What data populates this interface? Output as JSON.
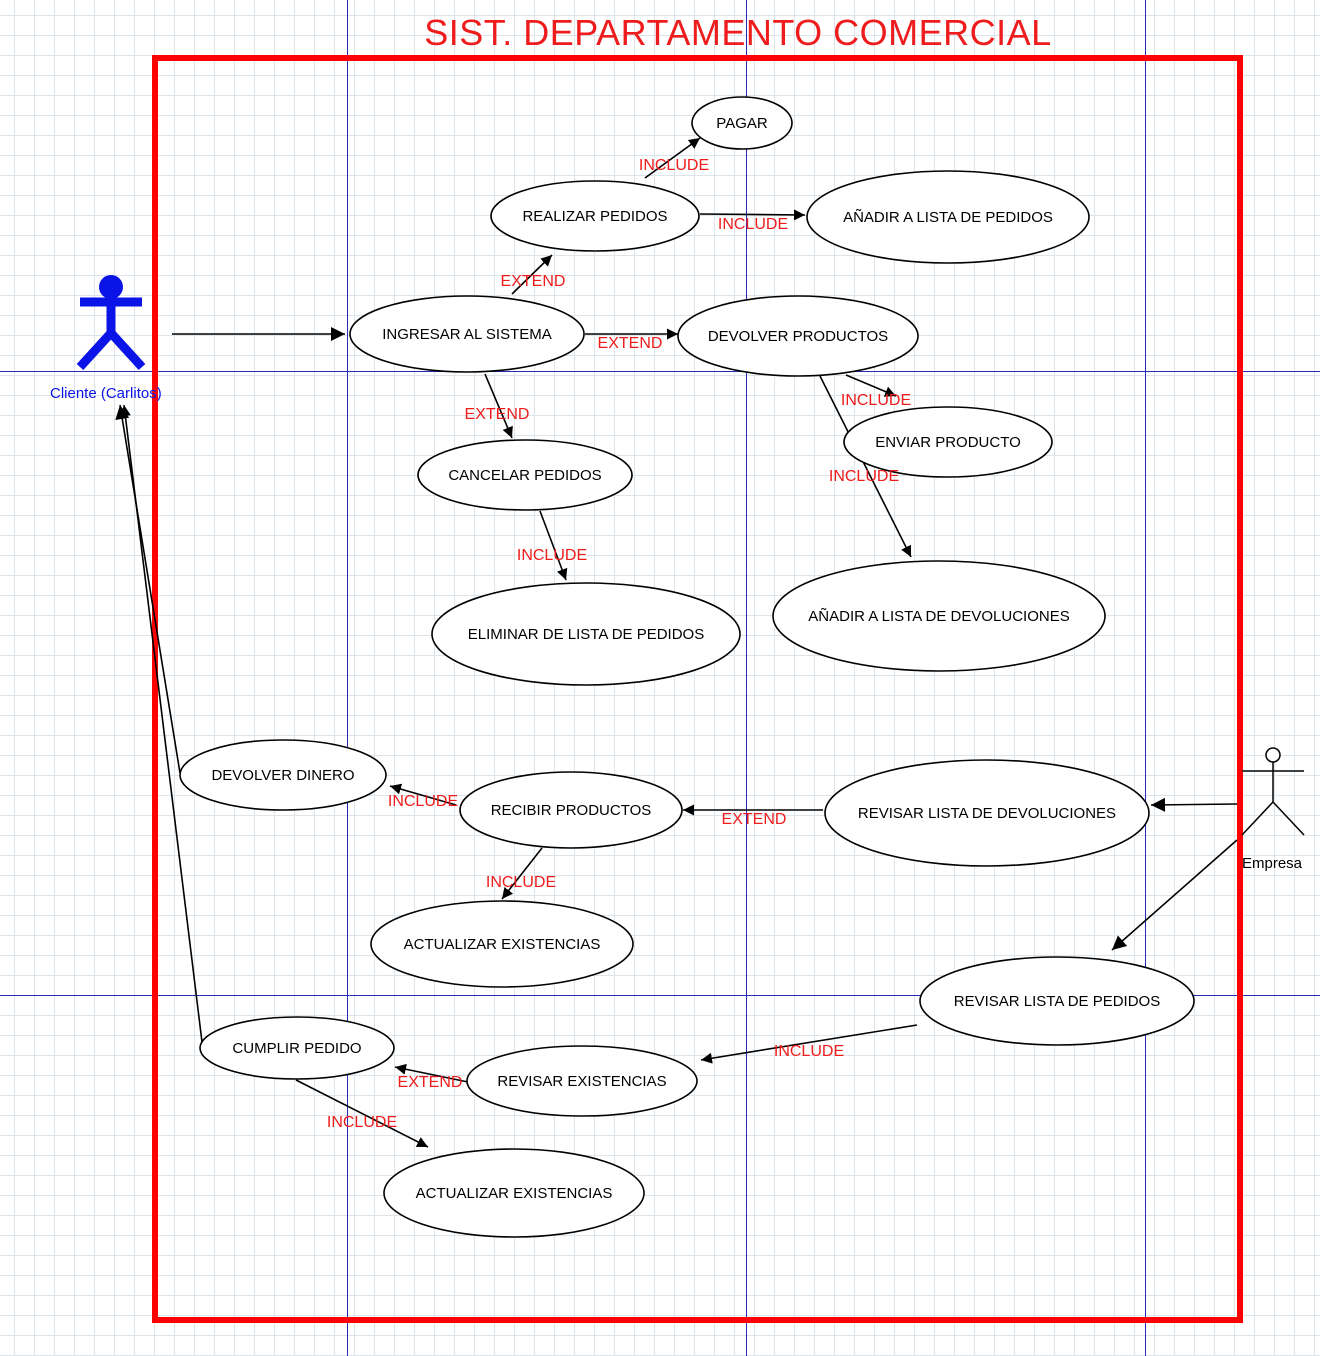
{
  "diagram": {
    "title": "SIST. DEPARTAMENTO COMERCIAL",
    "colors": {
      "boundary": "#ff0000",
      "relation_label": "#ee1c1c",
      "primary_actor": "#0b14e6",
      "secondary_actor": "#000000",
      "guide_lines": "#2a2ab8",
      "grid": "#dde5ea"
    },
    "actors": [
      {
        "id": "cliente",
        "label": "Cliente (Carlitos)"
      },
      {
        "id": "empresa",
        "label": "Empresa"
      }
    ],
    "use_cases": [
      {
        "id": "pagar",
        "label": "PAGAR"
      },
      {
        "id": "realizar_pedidos",
        "label": "REALIZAR PEDIDOS"
      },
      {
        "id": "anadir_lista_pedidos",
        "label": "AÑADIR A LISTA DE PEDIDOS"
      },
      {
        "id": "ingresar_sistema",
        "label": "INGRESAR AL SISTEMA"
      },
      {
        "id": "devolver_productos",
        "label": "DEVOLVER PRODUCTOS"
      },
      {
        "id": "enviar_producto",
        "label": "ENVIAR PRODUCTO"
      },
      {
        "id": "cancelar_pedidos",
        "label": "CANCELAR PEDIDOS"
      },
      {
        "id": "anadir_lista_devoluciones",
        "label": "AÑADIR A LISTA DE DEVOLUCIONES"
      },
      {
        "id": "eliminar_lista_pedidos",
        "label": "ELIMINAR DE LISTA DE PEDIDOS"
      },
      {
        "id": "devolver_dinero",
        "label": "DEVOLVER DINERO"
      },
      {
        "id": "recibir_productos",
        "label": "RECIBIR PRODUCTOS"
      },
      {
        "id": "revisar_lista_devoluciones",
        "label": "REVISAR LISTA DE DEVOLUCIONES"
      },
      {
        "id": "actualizar_existencias_1",
        "label": "ACTUALIZAR EXISTENCIAS"
      },
      {
        "id": "revisar_lista_pedidos",
        "label": "REVISAR LISTA DE PEDIDOS"
      },
      {
        "id": "cumplir_pedido",
        "label": "CUMPLIR PEDIDO"
      },
      {
        "id": "revisar_existencias",
        "label": "REVISAR EXISTENCIAS"
      },
      {
        "id": "actualizar_existencias_2",
        "label": "ACTUALIZAR EXISTENCIAS"
      }
    ],
    "relations": [
      {
        "from": "cliente",
        "to": "ingresar_sistema",
        "label": ""
      },
      {
        "from": "realizar_pedidos",
        "to": "pagar",
        "label": "INCLUDE"
      },
      {
        "from": "realizar_pedidos",
        "to": "anadir_lista_pedidos",
        "label": "INCLUDE"
      },
      {
        "from": "ingresar_sistema",
        "to": "realizar_pedidos",
        "label": "EXTEND"
      },
      {
        "from": "ingresar_sistema",
        "to": "devolver_productos",
        "label": "EXTEND"
      },
      {
        "from": "devolver_productos",
        "to": "enviar_producto",
        "label": "INCLUDE"
      },
      {
        "from": "devolver_productos",
        "to": "anadir_lista_devoluciones",
        "label": "INCLUDE"
      },
      {
        "from": "ingresar_sistema",
        "to": "cancelar_pedidos",
        "label": "EXTEND"
      },
      {
        "from": "cancelar_pedidos",
        "to": "eliminar_lista_pedidos",
        "label": "INCLUDE"
      },
      {
        "from": "recibir_productos",
        "to": "devolver_dinero",
        "label": "INCLUDE"
      },
      {
        "from": "revisar_lista_devoluciones",
        "to": "recibir_productos",
        "label": "EXTEND"
      },
      {
        "from": "recibir_productos",
        "to": "actualizar_existencias_1",
        "label": "INCLUDE"
      },
      {
        "from": "empresa",
        "to": "revisar_lista_devoluciones",
        "label": ""
      },
      {
        "from": "empresa",
        "to": "revisar_lista_pedidos",
        "label": ""
      },
      {
        "from": "revisar_lista_pedidos",
        "to": "revisar_existencias",
        "label": "INCLUDE"
      },
      {
        "from": "revisar_existencias",
        "to": "cumplir_pedido",
        "label": "EXTEND"
      },
      {
        "from": "cumplir_pedido",
        "to": "actualizar_existencias_2",
        "label": "INCLUDE"
      },
      {
        "from": "devolver_dinero",
        "to": "cliente",
        "label": ""
      },
      {
        "from": "cumplir_pedido",
        "to": "cliente",
        "label": ""
      }
    ]
  }
}
